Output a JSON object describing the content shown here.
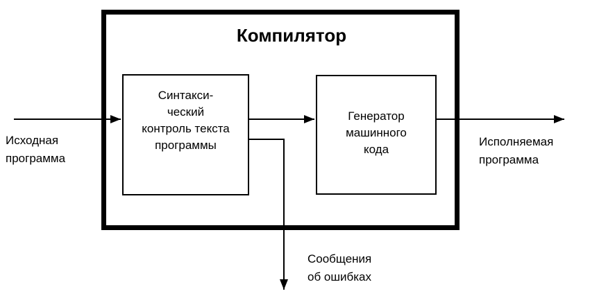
{
  "diagram": {
    "title": "Компилятор",
    "syntax_box": {
      "lines": [
        "Синтакси-",
        "ческий",
        "контроль текста",
        "программы"
      ]
    },
    "generator_box": {
      "lines": [
        "Генератор",
        "машинного",
        "кода"
      ]
    },
    "labels": {
      "input": {
        "lines": [
          "Исходная",
          "программа"
        ]
      },
      "output": {
        "lines": [
          "Исполняемая",
          "программа"
        ]
      },
      "errors": {
        "lines": [
          "Сообщения",
          "об ошибках"
        ]
      }
    },
    "colors": {
      "line": "#000000",
      "background": "#ffffff"
    }
  }
}
